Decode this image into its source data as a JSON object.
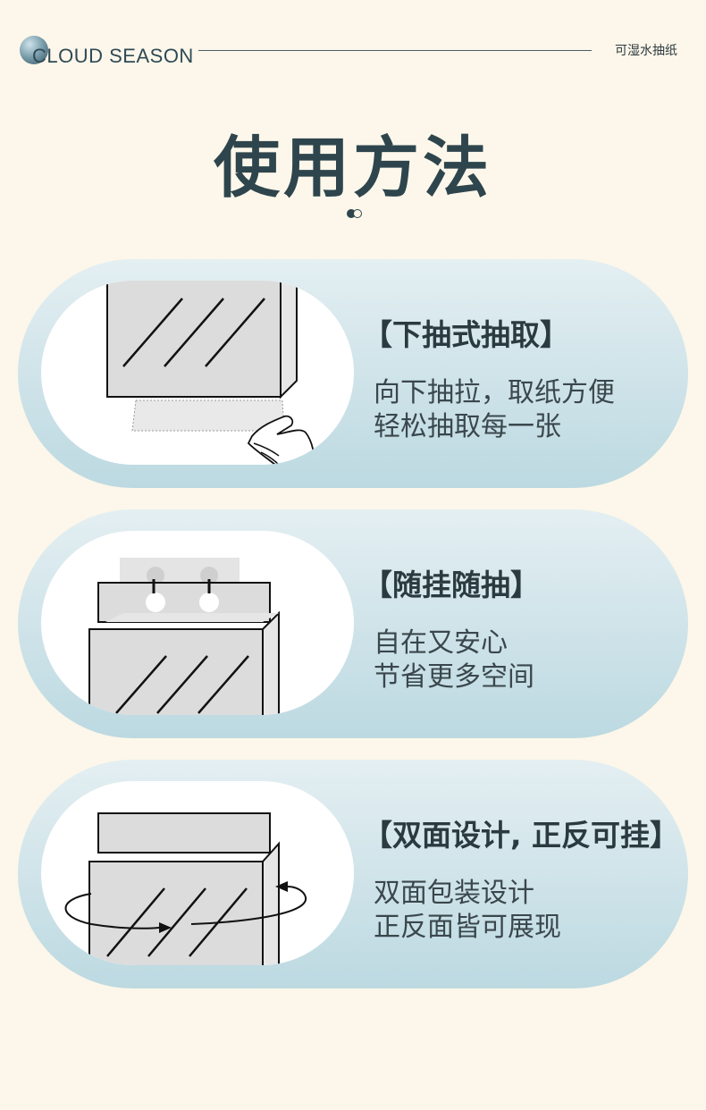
{
  "header": {
    "brand_name": "CLOUD SEASON",
    "tag": "可湿水抽纸"
  },
  "page": {
    "title": "使用方法"
  },
  "colors": {
    "background": "#fcf7ea",
    "card_top": "#e4eff2",
    "card_bottom": "#bcd9e1",
    "title": "#2e454d"
  },
  "cards": [
    {
      "icon": "pull-down-tissue-icon",
      "heading": "【下抽式抽取】",
      "lines": [
        "向下抽拉，取纸方便",
        "轻松抽取每一张"
      ]
    },
    {
      "icon": "hanging-tissue-icon",
      "heading": "【随挂随抽】",
      "lines": [
        "自在又安心",
        "节省更多空间"
      ]
    },
    {
      "icon": "rotate-tissue-icon",
      "heading": "【双面设计, 正反可挂】",
      "lines": [
        "双面包装设计",
        "正反面皆可展现"
      ]
    }
  ]
}
